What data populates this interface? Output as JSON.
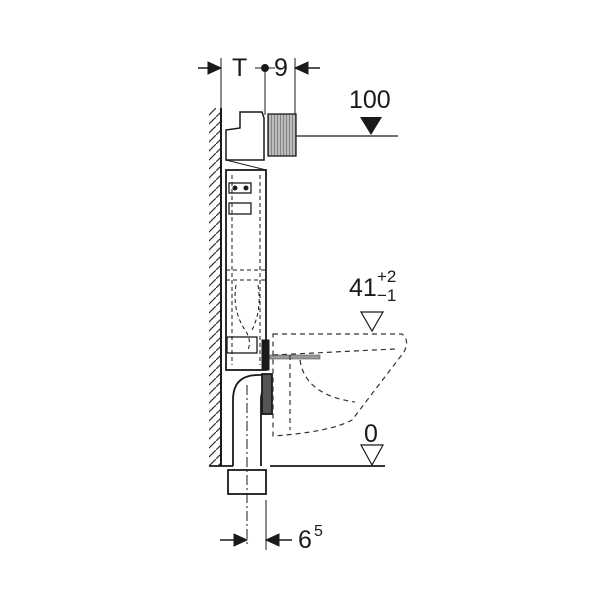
{
  "diagram": {
    "type": "technical-installation-drawing",
    "subject": "wall-hung WC concealed cistern frame, side view",
    "colors": {
      "line": "#1a1a1a",
      "hatch": "#333333",
      "grey": "#9a9a9a",
      "background": "#ffffff"
    },
    "dimensions": {
      "top_left_label": "T",
      "top_right_label": "9",
      "bottom_label_main": "6",
      "bottom_label_sup": "5"
    },
    "levels": {
      "flush_plate": {
        "value": "100",
        "marker": "filled-triangle"
      },
      "seat_height": {
        "value": "41",
        "tol_plus": "+2",
        "tol_minus": "−1",
        "marker": "open-triangle"
      },
      "floor": {
        "value": "0",
        "marker": "open-triangle"
      }
    }
  }
}
